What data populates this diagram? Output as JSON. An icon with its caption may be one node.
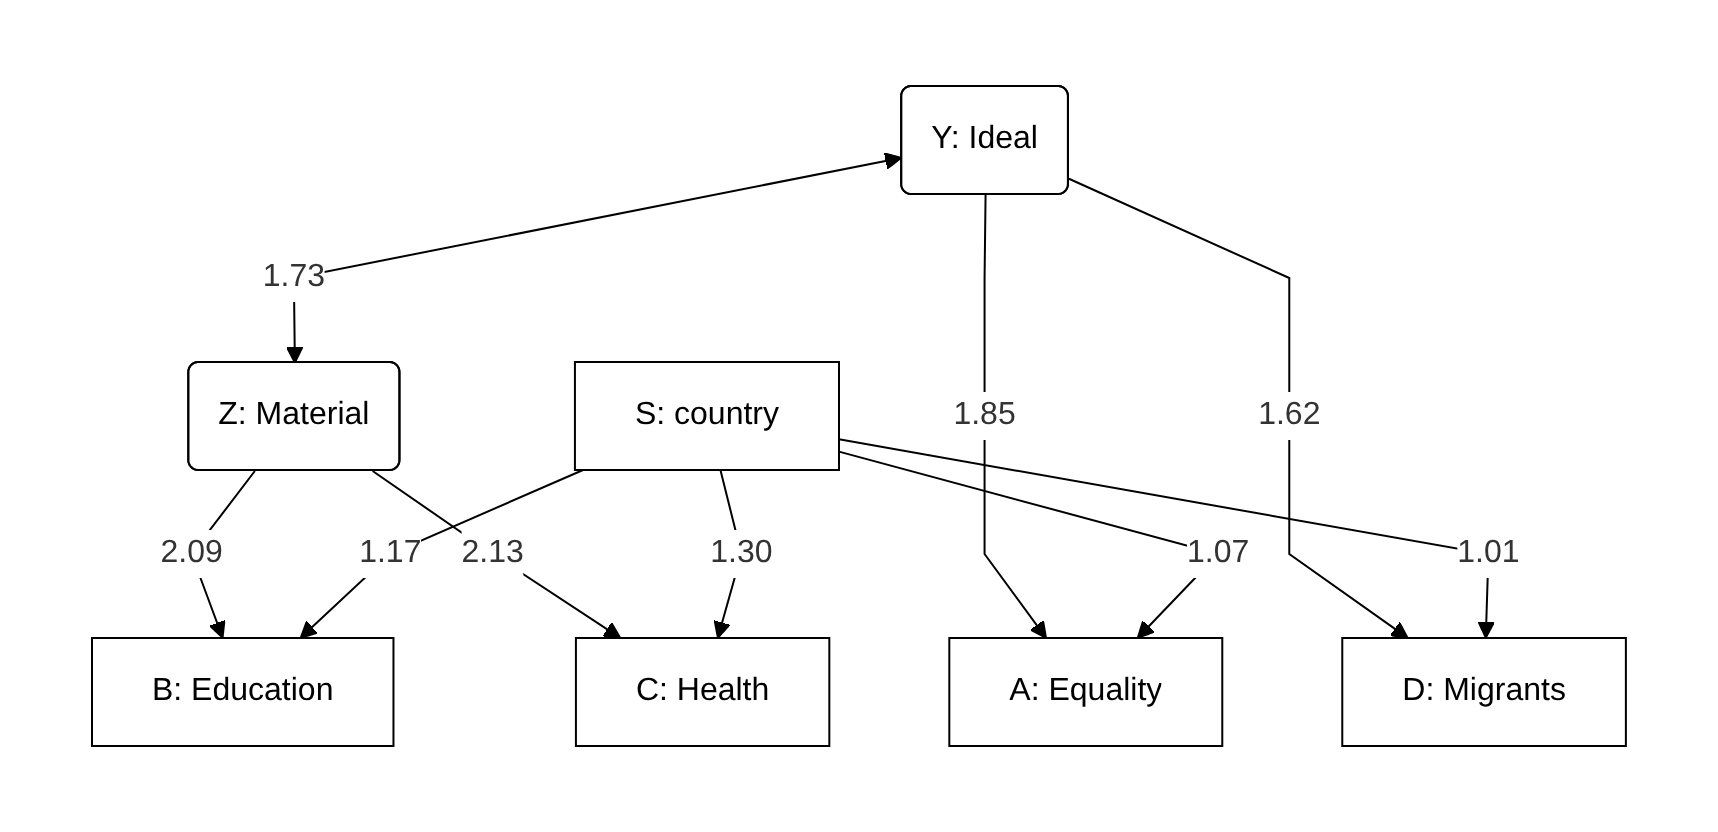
{
  "diagram": {
    "nodes": [
      {
        "text": [
          "Y: Ideal"
        ]
      },
      {
        "text": [
          "Z: Material"
        ]
      },
      {
        "text": [
          "A: Equality"
        ]
      },
      {
        "text": [
          "D: Migrants"
        ]
      },
      {
        "text": [
          "B: Education"
        ]
      },
      {
        "text": [
          "C: Health"
        ]
      },
      {
        "text": [
          "S: country"
        ]
      }
    ],
    "edges": [
      {
        "from": 0,
        "to": 1,
        "arrow": "both",
        "label": "1.73"
      },
      {
        "from": 0,
        "to": 2,
        "arrow": "to",
        "label": "1.85"
      },
      {
        "from": 0,
        "to": 3,
        "arrow": "to",
        "label": "1.62"
      },
      {
        "from": 1,
        "to": 4,
        "arrow": "to",
        "label": "2.09"
      },
      {
        "from": 1,
        "to": 5,
        "arrow": "to",
        "label": "2.13"
      },
      {
        "from": 6,
        "to": 2,
        "arrow": "to",
        "label": "1.07"
      },
      {
        "from": 6,
        "to": 3,
        "arrow": "to",
        "label": "1.01"
      },
      {
        "from": 6,
        "to": 4,
        "arrow": "to",
        "label": "1.17"
      },
      {
        "from": 6,
        "to": 5,
        "arrow": "to",
        "label": "1.30"
      }
    ]
  }
}
